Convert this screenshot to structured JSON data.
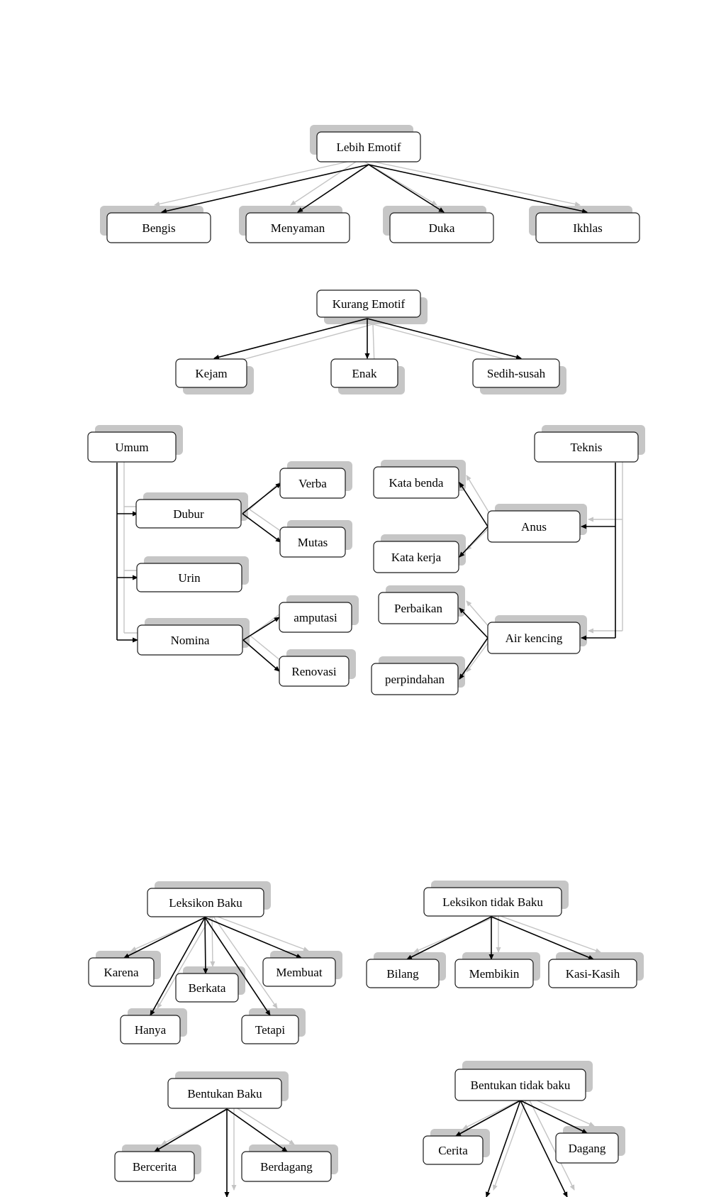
{
  "diagrams": {
    "lebih_emotif": {
      "root": "Lebih Emotif",
      "children": [
        "Bengis",
        "Menyaman",
        "Duka",
        "Ikhlas"
      ]
    },
    "kurang_emotif": {
      "root": "Kurang Emotif",
      "children": [
        "Kejam",
        "Enak",
        "Sedih-susah"
      ]
    },
    "umum": {
      "root": "Umum",
      "children": [
        "Dubur",
        "Urin",
        "Nomina"
      ],
      "dubur_children": [
        "Verba",
        "Mutas"
      ],
      "nomina_children": [
        "amputasi",
        "Renovasi"
      ]
    },
    "teknis": {
      "root": "Teknis",
      "children": [
        "Anus",
        "Air kencing"
      ],
      "anus_children": [
        "Kata benda",
        "Kata kerja"
      ],
      "air_kencing_children": [
        "Perbaikan",
        "perpindahan"
      ]
    },
    "leksikon_baku": {
      "root": "Leksikon Baku",
      "children": [
        "Karena",
        "Berkata",
        "Membuat",
        "Hanya",
        "Tetapi"
      ]
    },
    "leksikon_tidak_baku": {
      "root": "Leksikon tidak Baku",
      "children": [
        "Bilang",
        "Membikin",
        "Kasi-Kasih"
      ]
    },
    "bentukan_baku": {
      "root": "Bentukan Baku",
      "children": [
        "Bercerita",
        "Berdagang"
      ]
    },
    "bentukan_tidak_baku": {
      "root": "Bentukan tidak baku",
      "children": [
        "Cerita",
        "Dagang"
      ]
    }
  }
}
